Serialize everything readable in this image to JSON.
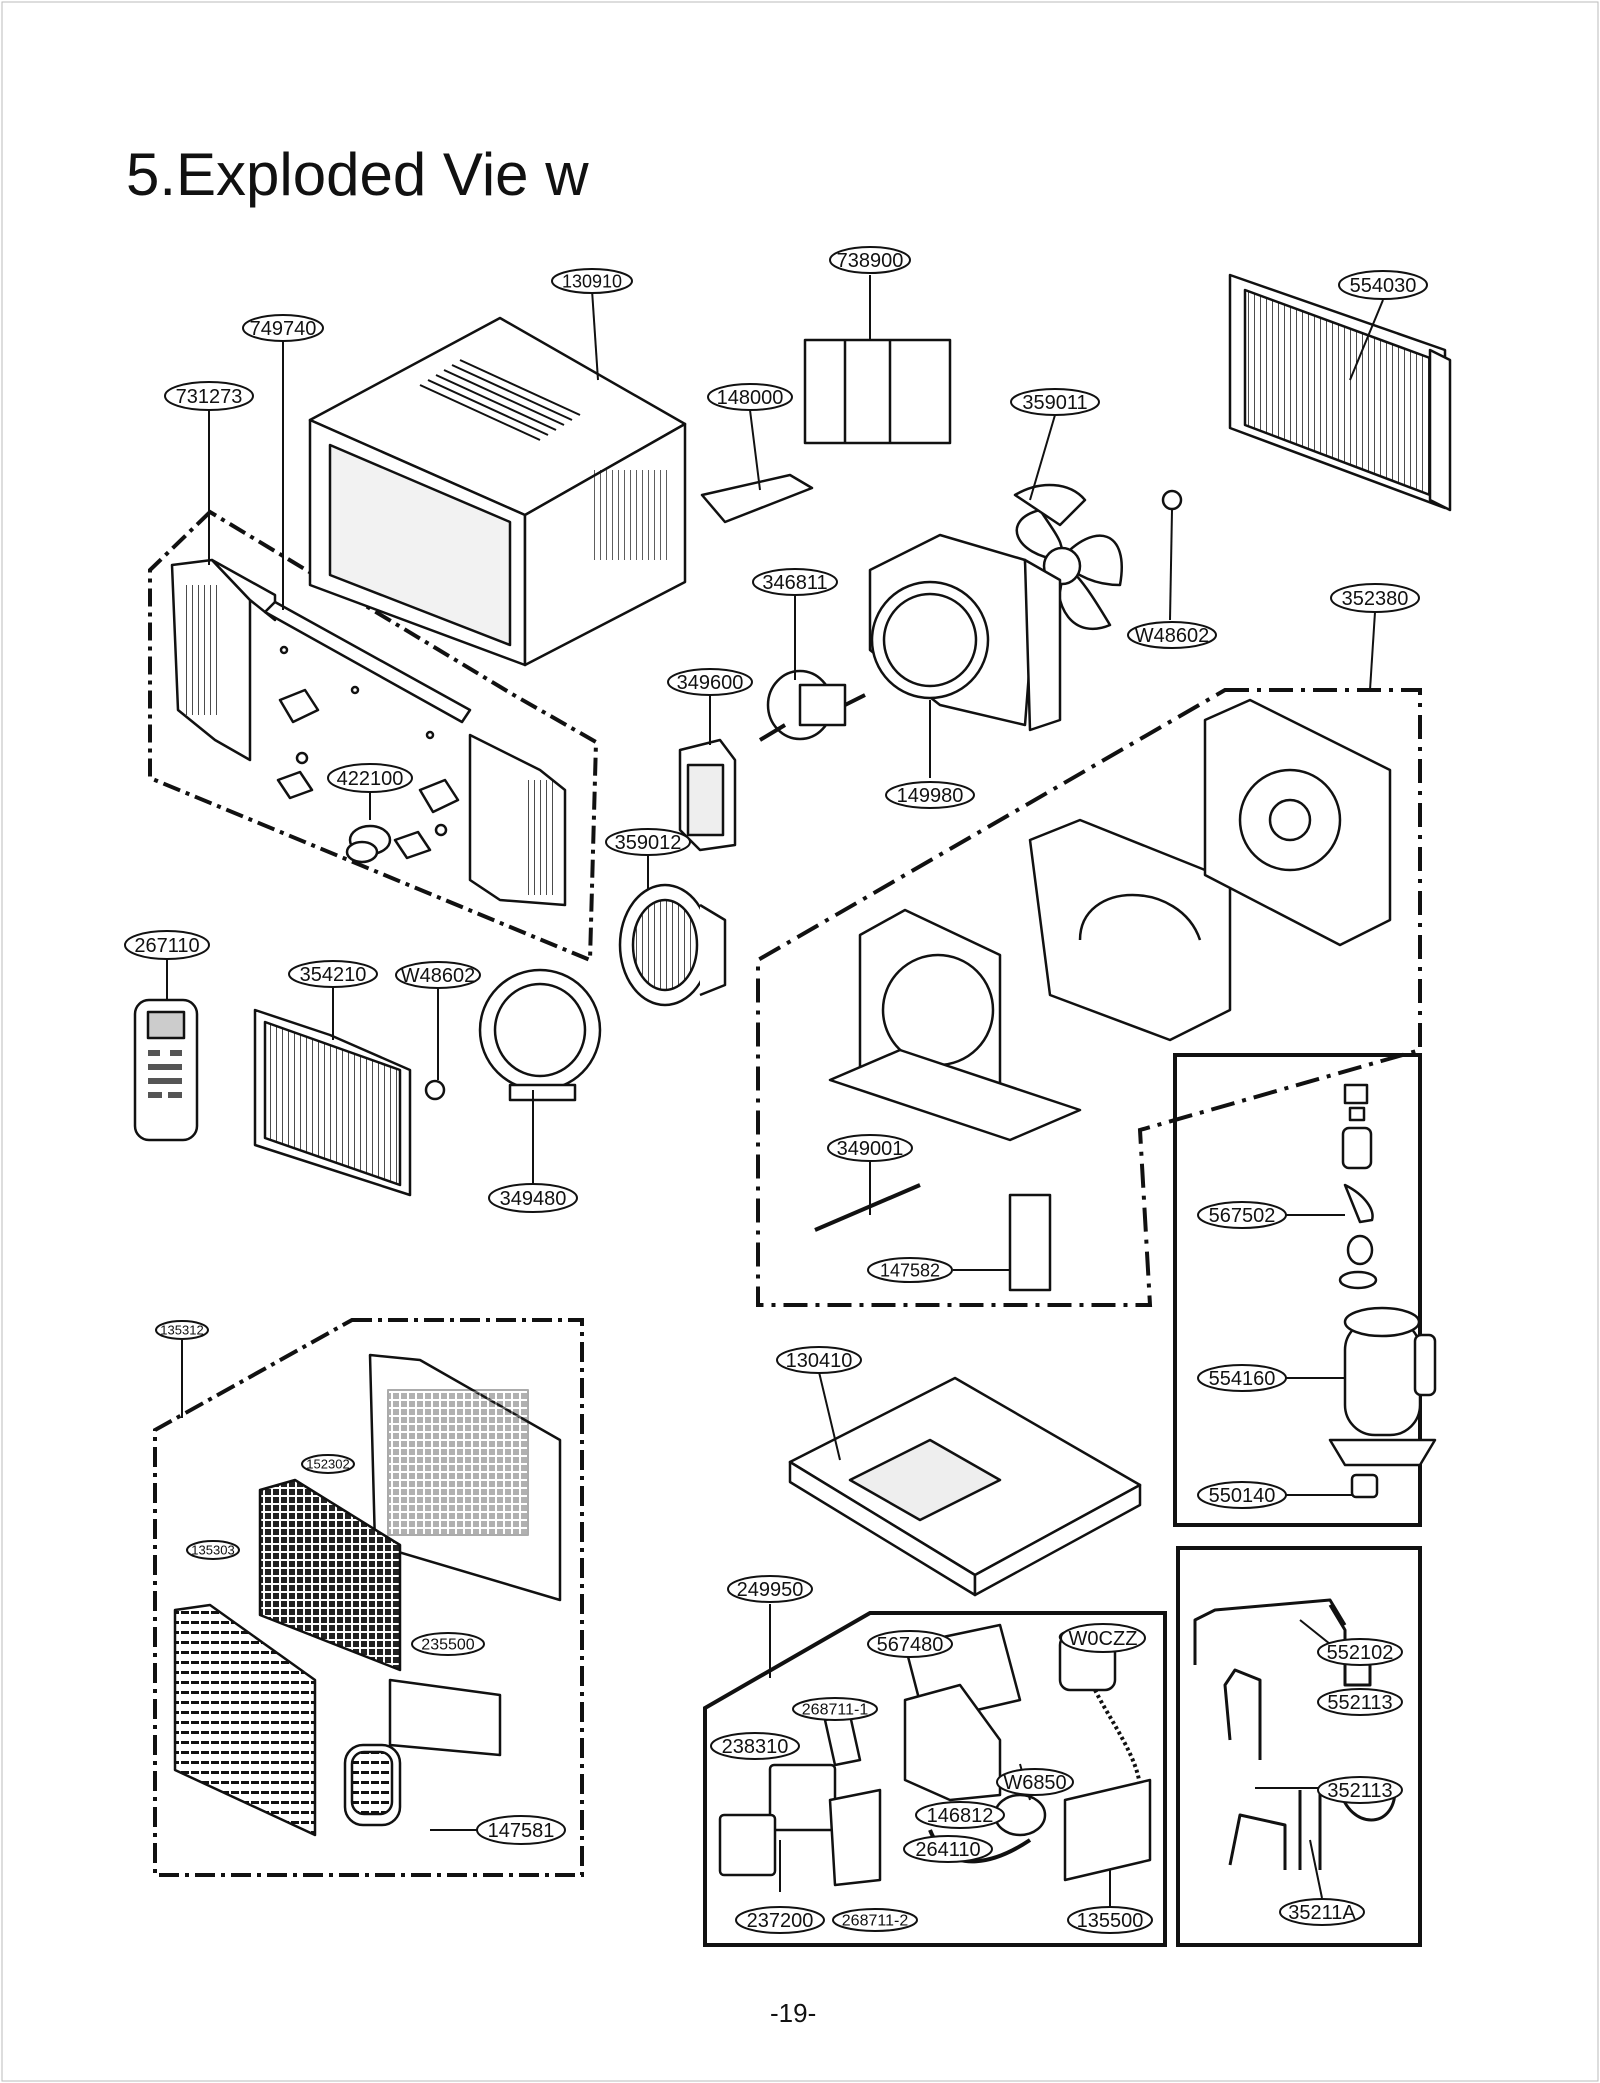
{
  "title": "5.Exploded Vie w",
  "page_number": "-19-",
  "callouts": [
    {
      "id": "c130910",
      "text": "130910"
    },
    {
      "id": "c738900",
      "text": "738900"
    },
    {
      "id": "c554030",
      "text": "554030"
    },
    {
      "id": "c749740",
      "text": "749740"
    },
    {
      "id": "c731273",
      "text": "731273"
    },
    {
      "id": "c148000",
      "text": "148000"
    },
    {
      "id": "c359011",
      "text": "359011"
    },
    {
      "id": "c346811",
      "text": "346811"
    },
    {
      "id": "c352380",
      "text": "352380"
    },
    {
      "id": "cW48602a",
      "text": "W48602"
    },
    {
      "id": "c349600",
      "text": "349600"
    },
    {
      "id": "c422100",
      "text": "422100"
    },
    {
      "id": "c149980",
      "text": "149980"
    },
    {
      "id": "c359012",
      "text": "359012"
    },
    {
      "id": "c267110",
      "text": "267110"
    },
    {
      "id": "c354210",
      "text": "354210"
    },
    {
      "id": "cW48602b",
      "text": "W48602"
    },
    {
      "id": "c349480",
      "text": "349480"
    },
    {
      "id": "c349001",
      "text": "349001"
    },
    {
      "id": "c567502",
      "text": "567502"
    },
    {
      "id": "c147582",
      "text": "147582"
    },
    {
      "id": "c135312",
      "text": "135312"
    },
    {
      "id": "c130410",
      "text": "130410"
    },
    {
      "id": "c554160",
      "text": "554160"
    },
    {
      "id": "c152302",
      "text": "152302"
    },
    {
      "id": "c550140",
      "text": "550140"
    },
    {
      "id": "c135303",
      "text": "135303"
    },
    {
      "id": "c249950",
      "text": "249950"
    },
    {
      "id": "c235500",
      "text": "235500"
    },
    {
      "id": "c567480",
      "text": "567480"
    },
    {
      "id": "cW0CZZ",
      "text": "W0CZZ"
    },
    {
      "id": "c552102",
      "text": "552102"
    },
    {
      "id": "c268711_1",
      "text": "268711-1"
    },
    {
      "id": "c552113",
      "text": "552113"
    },
    {
      "id": "c238310",
      "text": "238310"
    },
    {
      "id": "cW6850",
      "text": "W6850"
    },
    {
      "id": "c352113",
      "text": "352113"
    },
    {
      "id": "c146812",
      "text": "146812"
    },
    {
      "id": "c147581",
      "text": "147581"
    },
    {
      "id": "c264110",
      "text": "264110"
    },
    {
      "id": "c35211A",
      "text": "35211A"
    },
    {
      "id": "c237200",
      "text": "237200"
    },
    {
      "id": "c268711_2",
      "text": "268711-2"
    },
    {
      "id": "c135500",
      "text": "135500"
    }
  ],
  "colors": {
    "ink": "#111111",
    "paper": "#ffffff",
    "shade": "#d9d9d9"
  }
}
